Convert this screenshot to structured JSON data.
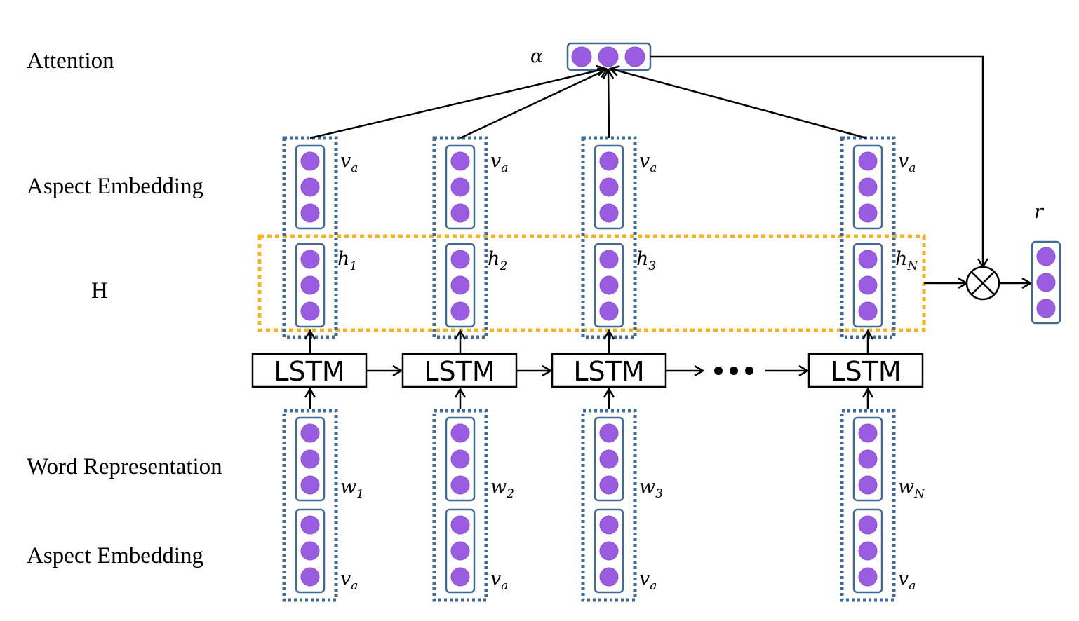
{
  "row_labels": {
    "attention": "Attention",
    "aspect_embedding_top": "Aspect Embedding",
    "hidden": "H",
    "word_representation": "Word Representation",
    "aspect_embedding_bottom": "Aspect Embedding"
  },
  "lstm_label": "LSTM",
  "ellipsis": "•••",
  "attention_symbol": "α",
  "output_symbol": "r",
  "columns": [
    {
      "v_base": "v",
      "v_sub": "a",
      "h_base": "h",
      "h_sub": "1",
      "w_base": "w",
      "w_sub": "1",
      "vb_base": "v",
      "vb_sub": "a"
    },
    {
      "v_base": "v",
      "v_sub": "a",
      "h_base": "h",
      "h_sub": "2",
      "w_base": "w",
      "w_sub": "2",
      "vb_base": "v",
      "vb_sub": "a"
    },
    {
      "v_base": "v",
      "v_sub": "a",
      "h_base": "h",
      "h_sub": "3",
      "w_base": "w",
      "w_sub": "3",
      "vb_base": "v",
      "vb_sub": "a"
    },
    {
      "v_base": "v",
      "v_sub": "a",
      "h_base": "h",
      "h_sub": "N",
      "w_base": "w",
      "w_sub": "N",
      "vb_base": "v",
      "vb_sub": "a"
    }
  ],
  "colors": {
    "node_fill": "#9a5ce0",
    "vector_border": "#3f6a95",
    "hidden_group_border": "#f5b324"
  }
}
